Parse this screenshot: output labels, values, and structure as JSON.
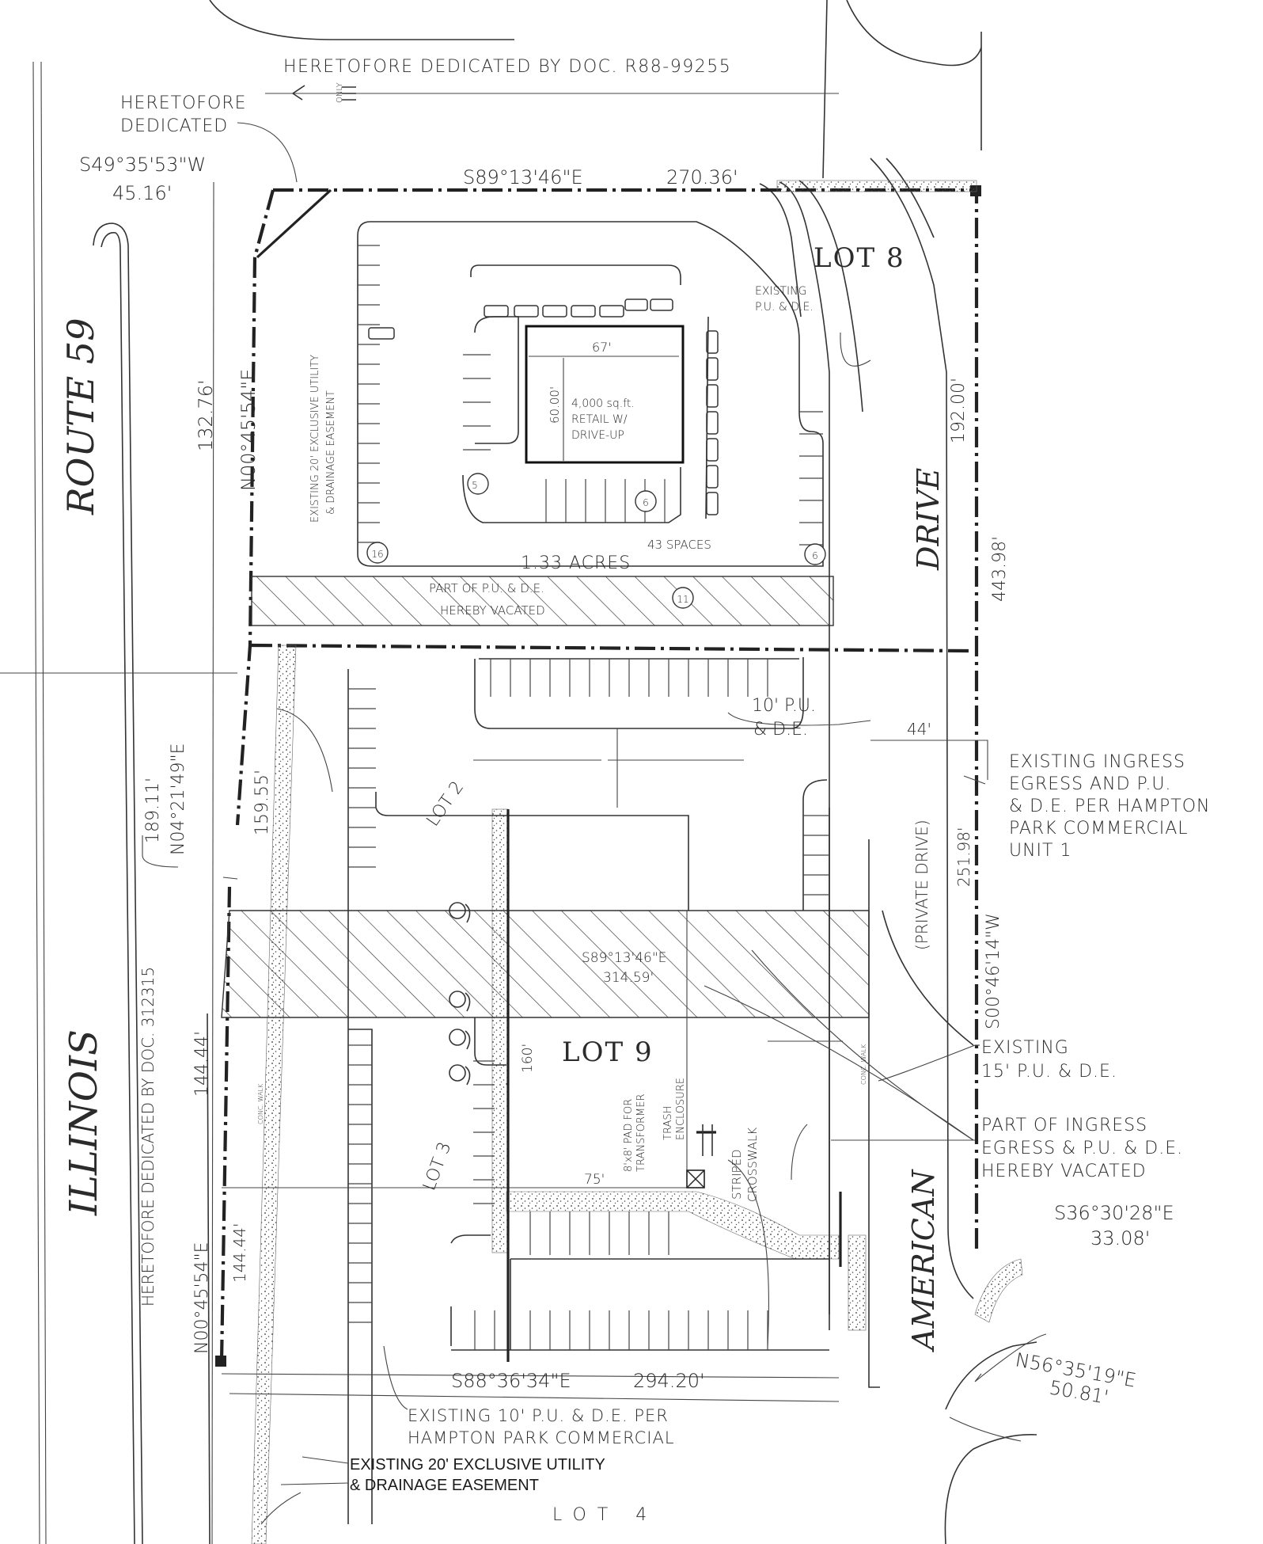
{
  "top": {
    "dedicated_doc": "HERETOFORE DEDICATED BY DOC. R88-99255",
    "dedicated_line1": "HERETOFORE",
    "dedicated_line2": "DEDICATED",
    "only_mark": "ONLY"
  },
  "bearings": {
    "nw_corner_bearing": "S49°35'53\"W",
    "nw_corner_dist": "45.16'",
    "north_bearing": "S89°13'46\"E",
    "north_dist": "270.36'",
    "west_upper_dist": "132.76'",
    "west_upper_bearing": "N00°45'54\"E",
    "east_upper_dist": "192.00'",
    "east_total_dist": "443.98'",
    "west_mid_dist": "189.11'",
    "west_mid_bearing": "N04°21'49\"E",
    "west_mid_inner": "159.55'",
    "east_lower_dist": "251.98'",
    "east_lower_bearing": "S00°46'14\"W",
    "interior_bearing": "S89°13'46\"E",
    "interior_dist": "314.59'",
    "west_lower_dist": "144.44'",
    "west_lower_bearing": "N00°45'54\"E",
    "west_lower_inner": "144.44'",
    "south_bearing": "S88°36'34\"E",
    "south_dist": "294.20'",
    "se_bearing1": "S36°30'28\"E",
    "se_dist1": "33.08'",
    "se_bearing2": "N56°35'19\"E",
    "se_dist2": "50.81'"
  },
  "roads": {
    "route_left": "ILLINOIS",
    "route_right": "ROUTE 59",
    "drive_upper": "DRIVE",
    "drive_lower": "AMERICAN",
    "private_drive": "(PRIVATE DRIVE)",
    "doc_312315": "HERETOFORE DEDICATED BY DOC. 312315"
  },
  "lots": {
    "lot8": "LOT 8",
    "lot9": "LOT 9",
    "lot2": "LOT 2",
    "lot3": "LOT 3",
    "lot4": "LOT 4"
  },
  "building": {
    "width": "67'",
    "depth": "60.00'",
    "line1": "4,000 sq.ft.",
    "line2": "RETAIL W/",
    "line3": "DRIVE-UP",
    "acres": "1.33 ACRES",
    "spaces": "43 SPACES"
  },
  "stall_counts": [
    "5",
    "6",
    "16",
    "6",
    "11"
  ],
  "easements": {
    "existing_20_vert_1": "EXISTING 20' EXCLUSIVE UTILITY",
    "existing_20_vert_2": "& DRAINAGE EASEMENT",
    "existing_pu_de_1": "EXISTING",
    "existing_pu_de_2": "P.U. & D.E.",
    "vacated_1": "PART OF P.U. & D.E.",
    "vacated_2": "HEREBY VACATED",
    "ten_pu_1": "10' P.U.",
    "ten_pu_2": "& D.E.",
    "width_44": "44'",
    "ingress_1": "EXISTING INGRESS",
    "ingress_2": "EGRESS AND  P.U.",
    "ingress_3": "& D.E. PER HAMPTON",
    "ingress_4": "PARK COMMERCIAL",
    "ingress_5": "UNIT 1",
    "fifteen_1": "EXISTING",
    "fifteen_2": "15' P.U. & D.E.",
    "part_ingress_1": "PART OF INGRESS",
    "part_ingress_2": "EGRESS & P.U. & D.E.",
    "part_ingress_3": "HEREBY VACATED",
    "dim_160": "160'",
    "dim_75": "75'",
    "pad_1": "8'x8' PAD FOR",
    "pad_2": "TRANSFORMER",
    "trash_1": "TRASH",
    "trash_2": "ENCLOSURE",
    "striped_1": "STRIPED",
    "striped_2": "CROSSWALK",
    "conc_walk": "CONC. WALK",
    "conc_walk_left": "CONC. WALK",
    "south_ten_1": "EXISTING 10' P.U. & D.E. PER",
    "south_ten_2": "HAMPTON PARK COMMERCIAL",
    "bottom_20_1": "EXISTING 20' EXCLUSIVE UTILITY",
    "bottom_20_2": "& DRAINAGE EASEMENT"
  }
}
